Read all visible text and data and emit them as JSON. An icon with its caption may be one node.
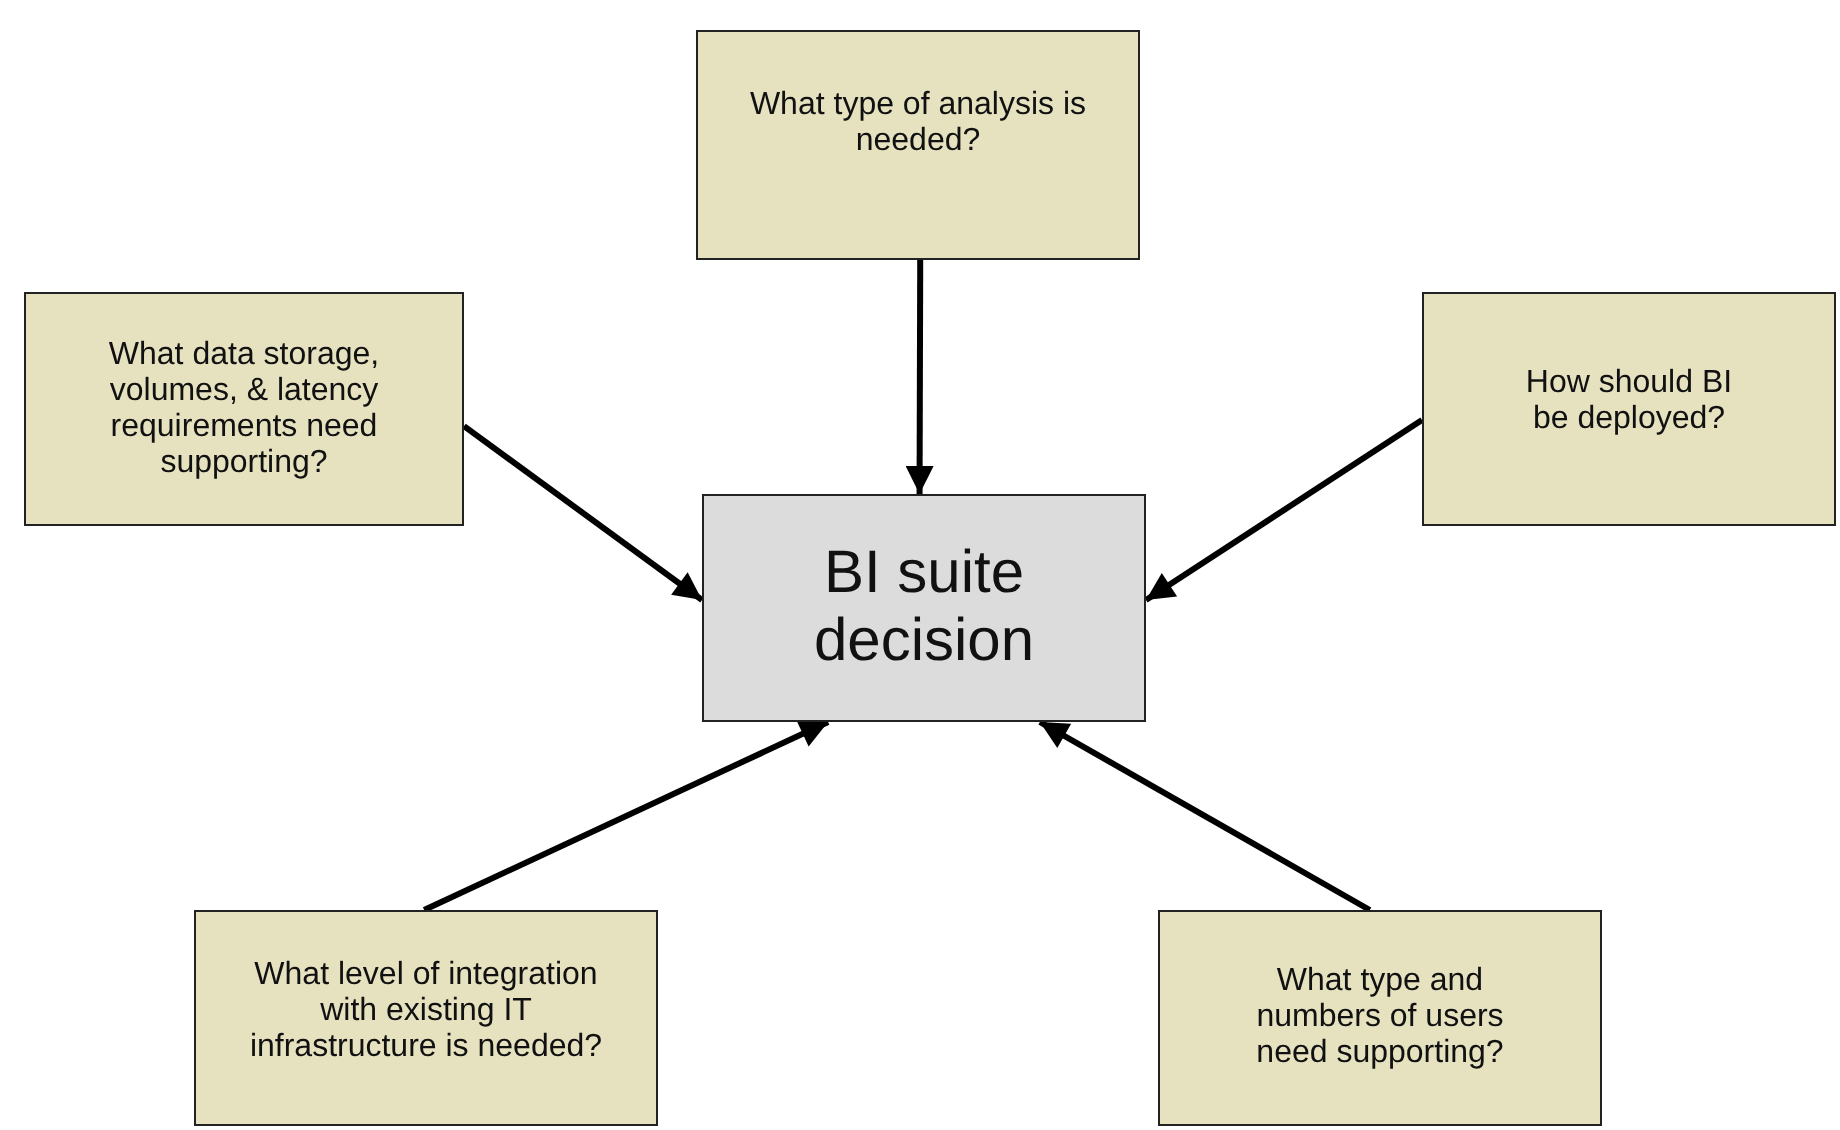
{
  "diagram": {
    "nodes": [
      {
        "text": [
          "What type of analysis is needed?"
        ]
      },
      {
        "text": [
          "What data storage, volumes, & latency requirements need supporting?"
        ]
      },
      {
        "text": [
          "How should BI be deployed?"
        ]
      },
      {
        "text": [
          "BI suite decision"
        ]
      },
      {
        "text": [
          "What level of integration with existing IT infrastructure is needed?"
        ]
      },
      {
        "text": [
          "What type and numbers of users need supporting?"
        ]
      }
    ],
    "edges": [
      {
        "from": 0,
        "to": 3,
        "arrow": "to"
      },
      {
        "from": 1,
        "to": 3,
        "arrow": "to"
      },
      {
        "from": 2,
        "to": 3,
        "arrow": "to"
      },
      {
        "from": 4,
        "to": 3,
        "arrow": "to"
      },
      {
        "from": 5,
        "to": 3,
        "arrow": "to"
      }
    ]
  }
}
